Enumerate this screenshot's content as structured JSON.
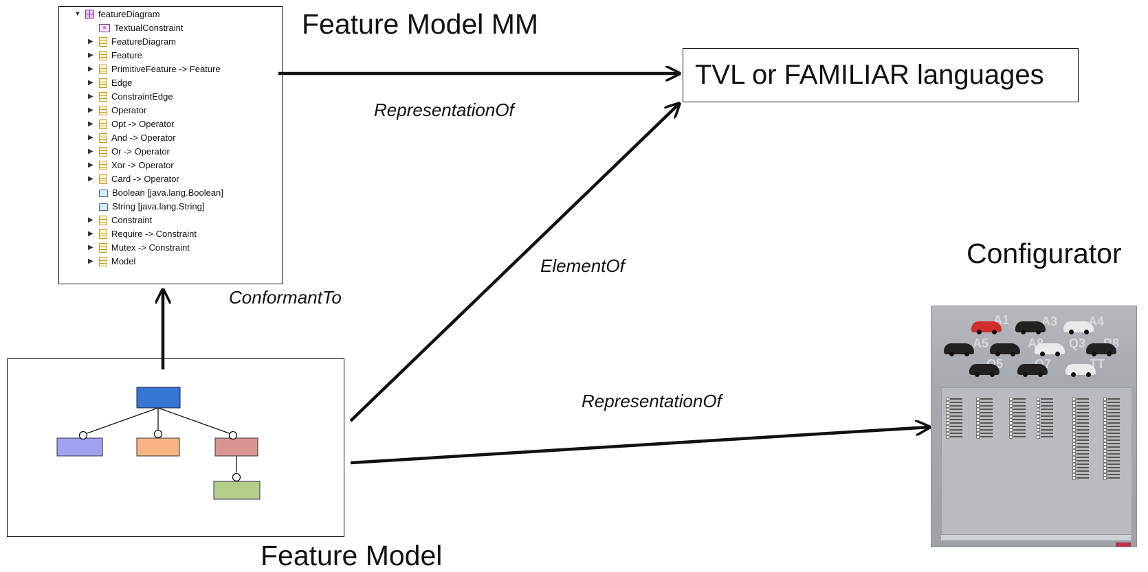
{
  "metamodel_tree": {
    "root": "featureDiagram",
    "items": [
      {
        "label": "TextualConstraint",
        "icon": "constraint-annotation-icon",
        "expandable": false
      },
      {
        "label": "FeatureDiagram",
        "icon": "eclass-icon",
        "expandable": true
      },
      {
        "label": "Feature",
        "icon": "eclass-icon",
        "expandable": true
      },
      {
        "label": "PrimitiveFeature -> Feature",
        "icon": "eclass-icon",
        "expandable": true
      },
      {
        "label": "Edge",
        "icon": "eclass-icon",
        "expandable": true
      },
      {
        "label": "ConstraintEdge",
        "icon": "eclass-icon",
        "expandable": true
      },
      {
        "label": "Operator",
        "icon": "eclass-icon",
        "expandable": true
      },
      {
        "label": "Opt -> Operator",
        "icon": "eclass-icon",
        "expandable": true
      },
      {
        "label": "And -> Operator",
        "icon": "eclass-icon",
        "expandable": true
      },
      {
        "label": "Or -> Operator",
        "icon": "eclass-icon",
        "expandable": true
      },
      {
        "label": "Xor -> Operator",
        "icon": "eclass-icon",
        "expandable": true
      },
      {
        "label": "Card -> Operator",
        "icon": "eclass-icon",
        "expandable": true
      },
      {
        "label": "Boolean [java.lang.Boolean]",
        "icon": "edatatype-icon",
        "expandable": false
      },
      {
        "label": "String [java.lang.String]",
        "icon": "edatatype-icon",
        "expandable": false
      },
      {
        "label": "Constraint",
        "icon": "eclass-icon",
        "expandable": true
      },
      {
        "label": "Require -> Constraint",
        "icon": "eclass-icon",
        "expandable": true
      },
      {
        "label": "Mutex -> Constraint",
        "icon": "eclass-icon",
        "expandable": true
      },
      {
        "label": "Model",
        "icon": "eclass-icon",
        "expandable": true
      }
    ]
  },
  "titles": {
    "feature_model_mm": "Feature Model MM",
    "tvl_box": "TVL or FAMILIAR languages",
    "configurator": "Configurator",
    "feature_model": "Feature Model"
  },
  "edges": {
    "mm_to_tvl": "RepresentationOf",
    "fm_to_tvl": "ElementOf",
    "fm_to_mm": "ConformantTo",
    "fm_to_configurator": "RepresentationOf"
  },
  "feature_model": {
    "colors": {
      "root": "#3575d4",
      "child_left": "#a0a2ee",
      "child_middle": "#f7b381",
      "child_right": "#d99591",
      "grandchild": "#b4cd8b"
    }
  },
  "configurator": {
    "car_models": [
      "A1",
      "A3",
      "A4",
      "A5",
      "A8",
      "Q3",
      "Q5",
      "Q7",
      "TT",
      "R8"
    ],
    "colors": {
      "accent": "#c0304a",
      "featured_car": "#d22c2c"
    }
  }
}
